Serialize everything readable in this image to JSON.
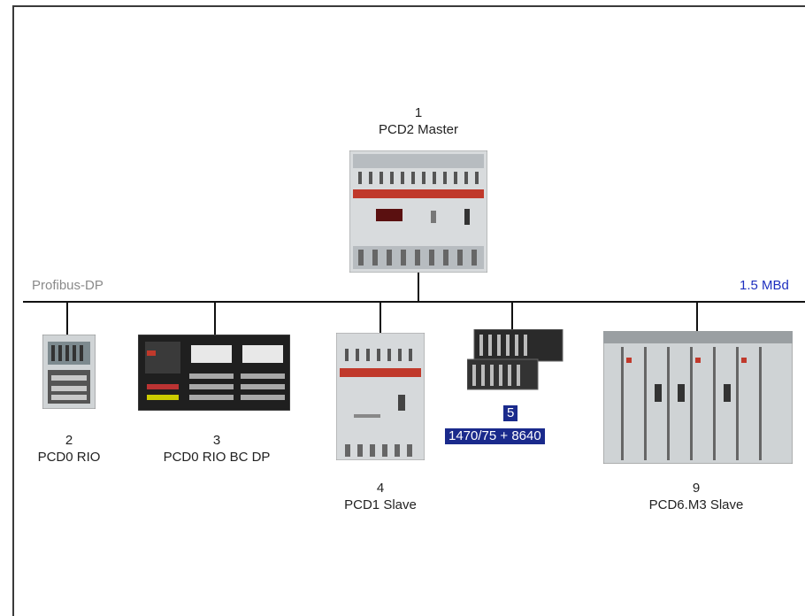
{
  "bus": {
    "name": "Profibus-DP",
    "speed": "1.5 MBd",
    "name_color": "#8a8a8a",
    "speed_color": "#1e2fbf"
  },
  "nodes": [
    {
      "id": "1",
      "name": "PCD2 Master"
    },
    {
      "id": "2",
      "name": "PCD0 RIO"
    },
    {
      "id": "3",
      "name": "PCD0 RIO BC DP"
    },
    {
      "id": "4",
      "name": "PCD1 Slave"
    },
    {
      "id": "5",
      "name": "1470/75 + 8640"
    },
    {
      "id": "9",
      "name": "PCD6.M3 Slave"
    }
  ],
  "colors": {
    "highlight_bg": "#1a2a8c",
    "device_grey": "#cfd3d6",
    "device_dark": "#2b2b2b",
    "brand_red": "#c0392b"
  }
}
